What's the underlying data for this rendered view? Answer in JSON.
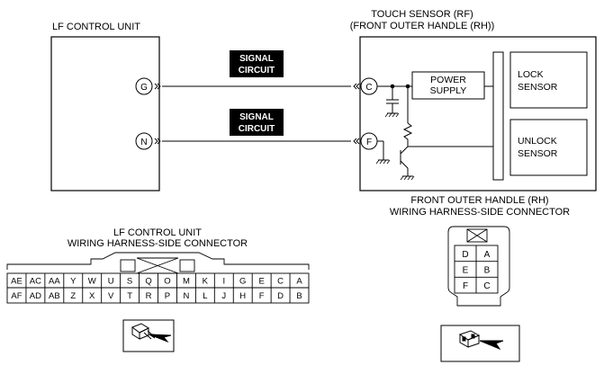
{
  "lf_unit": {
    "title": "LF CONTROL UNIT",
    "pins": [
      "G",
      "N"
    ]
  },
  "sensor_unit": {
    "title_line1": "TOUCH SENSOR (RF)",
    "title_line2": "(FRONT OUTER HANDLE (RH))",
    "pins": [
      "C",
      "F"
    ],
    "power_supply": [
      "POWER",
      "SUPPLY"
    ],
    "lock_sensor": [
      "LOCK",
      "SENSOR"
    ],
    "unlock_sensor": [
      "UNLOCK",
      "SENSOR"
    ]
  },
  "signals": [
    {
      "line1": "SIGNAL",
      "line2": "CIRCUIT"
    },
    {
      "line1": "SIGNAL",
      "line2": "CIRCUIT"
    }
  ],
  "lf_connector": {
    "title_line1": "LF CONTROL UNIT",
    "title_line2": "WIRING HARNESS-SIDE CONNECTOR",
    "row1": [
      "AE",
      "AC",
      "AA",
      "Y",
      "W",
      "U",
      "S",
      "Q",
      "O",
      "M",
      "K",
      "I",
      "G",
      "E",
      "C",
      "A"
    ],
    "row2": [
      "AF",
      "AD",
      "AB",
      "Z",
      "X",
      "V",
      "T",
      "R",
      "P",
      "N",
      "L",
      "J",
      "H",
      "F",
      "D",
      "B"
    ]
  },
  "handle_connector": {
    "title_line1": "FRONT OUTER HANDLE (RH)",
    "title_line2": "WIRING HARNESS-SIDE CONNECTOR",
    "rows": [
      [
        "D",
        "A"
      ],
      [
        "E",
        "B"
      ],
      [
        "F",
        "C"
      ]
    ]
  },
  "icons": [
    "connector-view-arrow-icon",
    "connector-view-arrow-icon"
  ]
}
